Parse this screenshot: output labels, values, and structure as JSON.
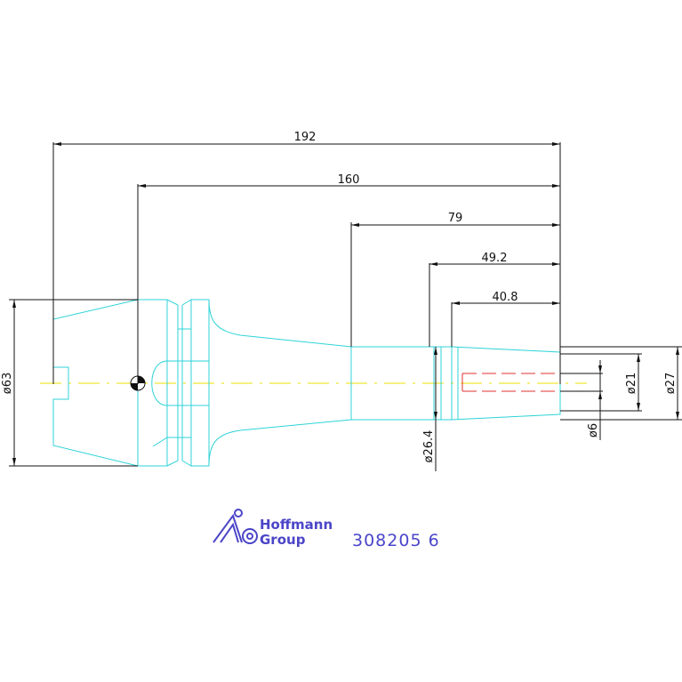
{
  "dimensions": {
    "length_192": "192",
    "length_160": "160",
    "length_79": "79",
    "length_49_2": "49.2",
    "length_40_8": "40.8",
    "dia_63": "ø63",
    "dia_26_4": "ø26.4",
    "dia_21": "ø21",
    "dia_27": "ø27",
    "dia_6": "ø6"
  },
  "logo": {
    "line1": "Hoffmann",
    "line2": "Group"
  },
  "article_number": "308205 6",
  "colors": {
    "outline": "#2fd3d8",
    "dimension": "#111111",
    "centerline": "#e8e000",
    "hidden_bore": "#e03030",
    "brand": "#4b45c8"
  }
}
